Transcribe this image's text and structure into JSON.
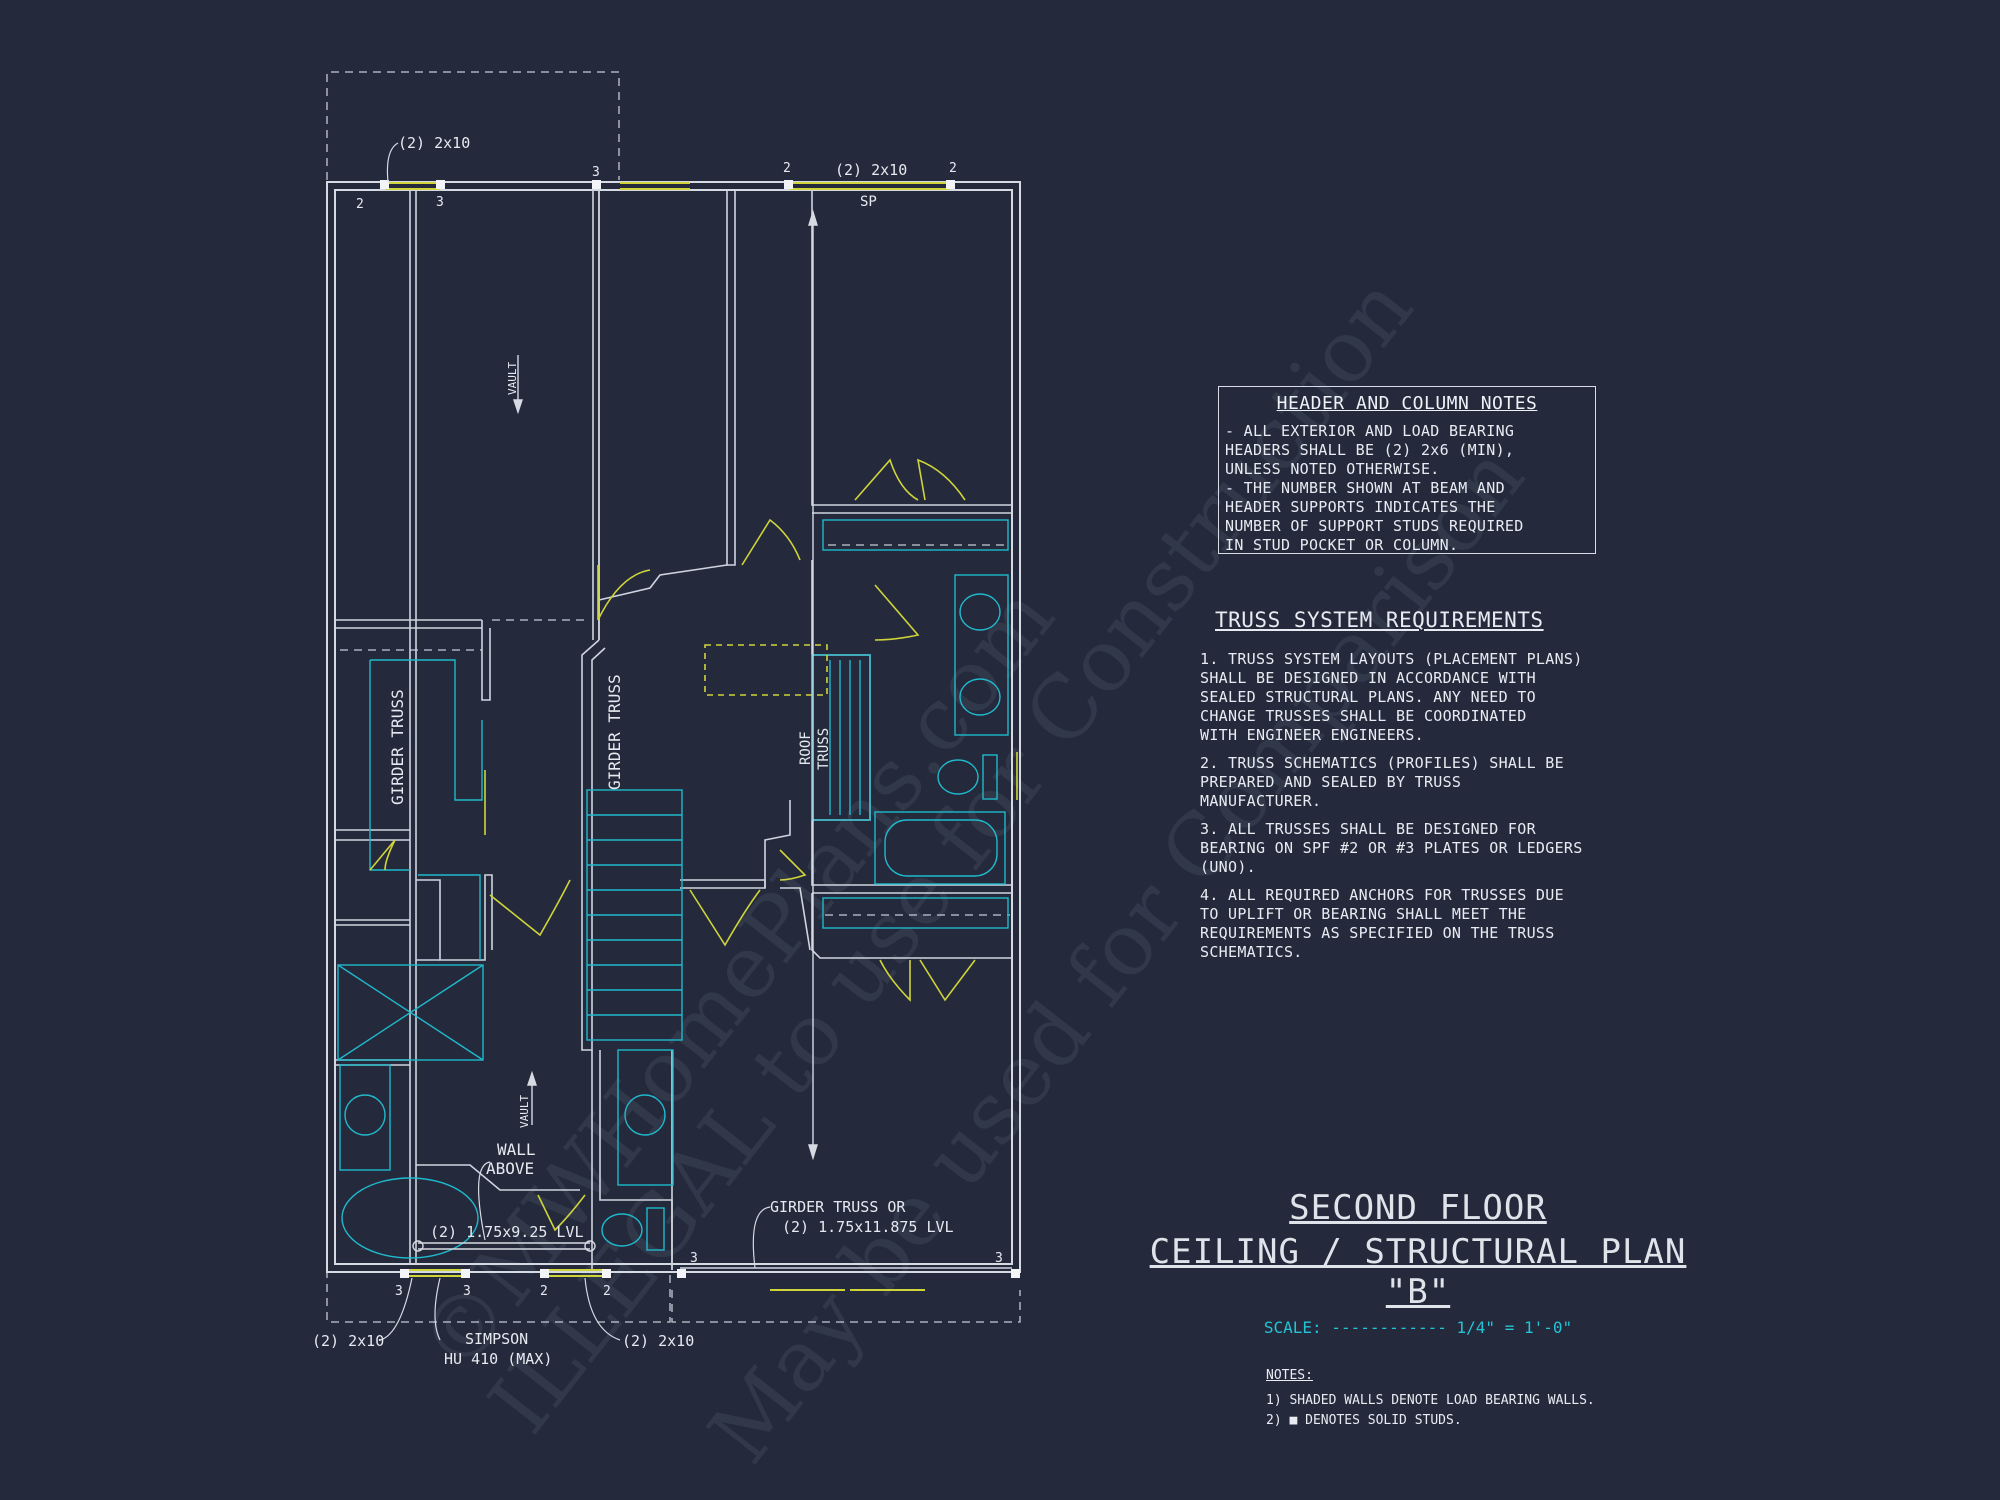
{
  "watermark": {
    "line1": "©MWHomePlans.com",
    "line2": "ILLEGAL to use for Construction",
    "line3": "May be used for Comparison"
  },
  "plan_labels": {
    "header_tl": "(2) 2x10",
    "header_tr": "(2) 2x10",
    "sp": "SP",
    "vault_top": "VAULT",
    "vault_bottom": "VAULT",
    "girder_truss_left": "GIRDER TRUSS",
    "girder_truss_mid": "GIRDER TRUSS",
    "roof_truss_1": "ROOF",
    "roof_truss_2": "TRUSS",
    "wall_above_1": "WALL",
    "wall_above_2": "ABOVE",
    "lvl_beam": "(2) 1.75x9.25 LVL",
    "girder_or_1": "GIRDER TRUSS OR",
    "girder_or_2": "(2) 1.75x11.875 LVL",
    "header_bl": "(2) 2x10",
    "header_br": "(2) 2x10",
    "simpson_1": "SIMPSON",
    "simpson_2": "HU 410 (MAX)",
    "stud_counts": [
      "2",
      "3",
      "3",
      "2",
      "2",
      "3",
      "3",
      "2",
      "2",
      "3"
    ]
  },
  "header_notes": {
    "title": "HEADER AND COLUMN NOTES",
    "lines": [
      "- ALL EXTERIOR AND LOAD BEARING",
      "HEADERS SHALL BE (2) 2x6 (MIN),",
      "UNLESS NOTED OTHERWISE.",
      "- THE NUMBER SHOWN AT BEAM AND",
      "HEADER SUPPORTS INDICATES THE",
      "NUMBER OF SUPPORT STUDS REQUIRED",
      "IN STUD POCKET OR COLUMN."
    ]
  },
  "truss_requirements": {
    "title": "TRUSS SYSTEM REQUIREMENTS",
    "items": [
      "1. TRUSS SYSTEM LAYOUTS (PLACEMENT PLANS)\nSHALL BE DESIGNED IN ACCORDANCE WITH\nSEALED STRUCTURAL PLANS. ANY NEED TO\nCHANGE TRUSSES SHALL BE COORDINATED\nWITH ENGINEER ENGINEERS.",
      "2. TRUSS SCHEMATICS (PROFILES) SHALL BE\nPREPARED AND SEALED BY TRUSS\nMANUFACTURER.",
      "3. ALL TRUSSES SHALL BE DESIGNED FOR\nBEARING ON SPF #2 OR #3 PLATES OR LEDGERS\n(UNO).",
      "4. ALL REQUIRED ANCHORS FOR TRUSSES DUE\nTO UPLIFT OR BEARING SHALL MEET THE\nREQUIREMENTS AS SPECIFIED ON THE TRUSS\nSCHEMATICS."
    ]
  },
  "title_block": {
    "line1": "SECOND FLOOR",
    "line2": "CEILING / STRUCTURAL PLAN \"B\"",
    "scale": "SCALE: ------------ 1/4\" = 1'-0\""
  },
  "notes": {
    "title": "NOTES:",
    "line1": "1) SHADED WALLS DENOTE LOAD BEARING WALLS.",
    "line2": "2) ■ DENOTES SOLID STUDS."
  },
  "colors": {
    "background": "#242a3c",
    "wall": "#d6dbe3",
    "header_beam": "#cfd43a",
    "fixture": "#20b9cc"
  }
}
